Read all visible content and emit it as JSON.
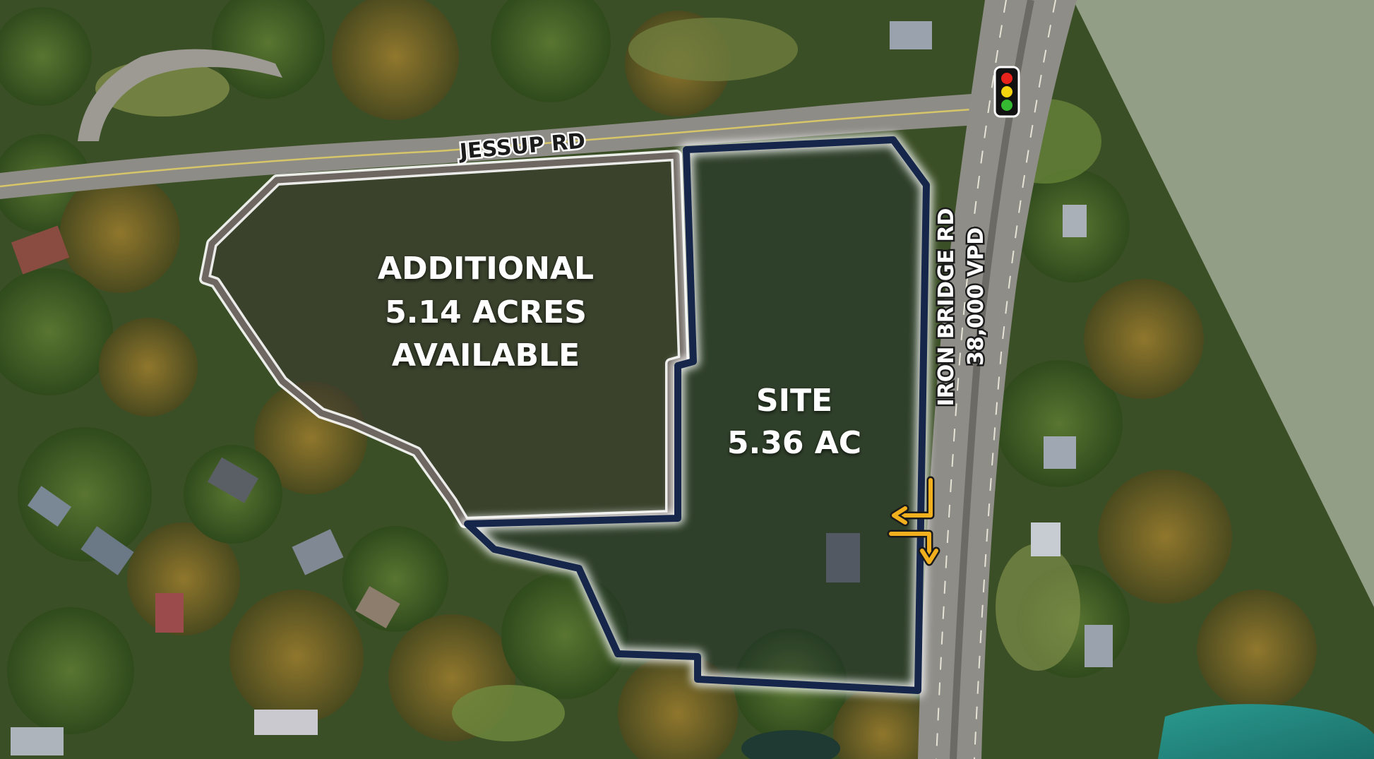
{
  "roads": {
    "jessup_label": "JESSUP RD",
    "iron_bridge_label": "IRON BRIDGE RD",
    "traffic_count": "38,000 VPD"
  },
  "additional_parcel": {
    "line1": "ADDITIONAL",
    "line2": "5.14 ACRES",
    "line3": "AVAILABLE"
  },
  "site_parcel": {
    "line1": "SITE",
    "line2": "5.36 AC"
  },
  "colors": {
    "site_outline": "#15264a",
    "additional_outline": "#6e6761",
    "label_text": "#ffffff",
    "access_arrow": "#f2b01e",
    "signal_red": "#e8231c",
    "signal_yellow": "#f4d40e",
    "signal_green": "#35b832"
  },
  "icons": [
    "traffic-signal-icon",
    "access-arrow-icon"
  ]
}
